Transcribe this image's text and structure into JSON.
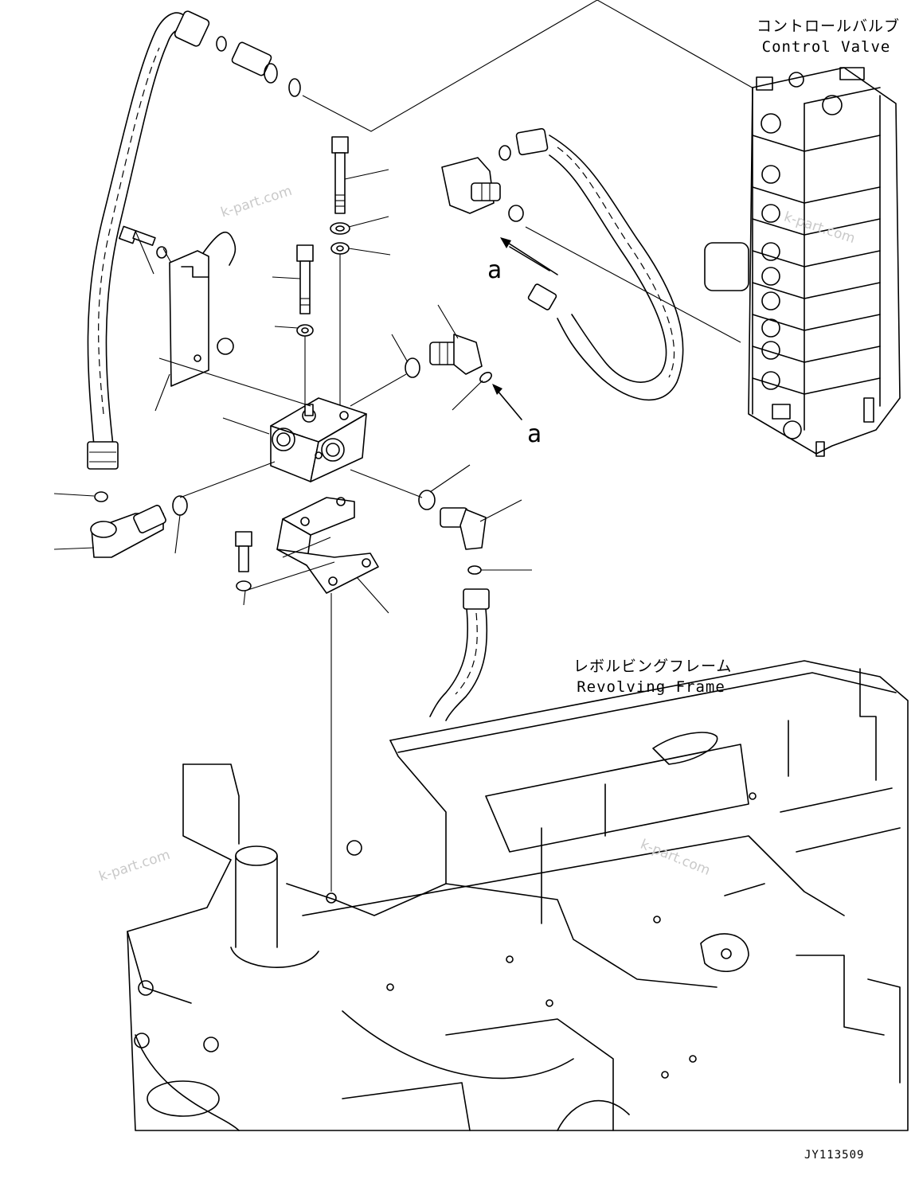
{
  "labels": {
    "control_valve_jp": "コントロールバルブ",
    "control_valve_en": "Control Valve",
    "revolving_frame_jp": "レボルビングフレーム",
    "revolving_frame_en": "Revolving Frame"
  },
  "arrow_markers": [
    "a",
    "a"
  ],
  "figure_code": "JY113509",
  "watermarks": [
    "k-part.com",
    "k-part.com",
    "k-part.com",
    "k-part.com"
  ]
}
